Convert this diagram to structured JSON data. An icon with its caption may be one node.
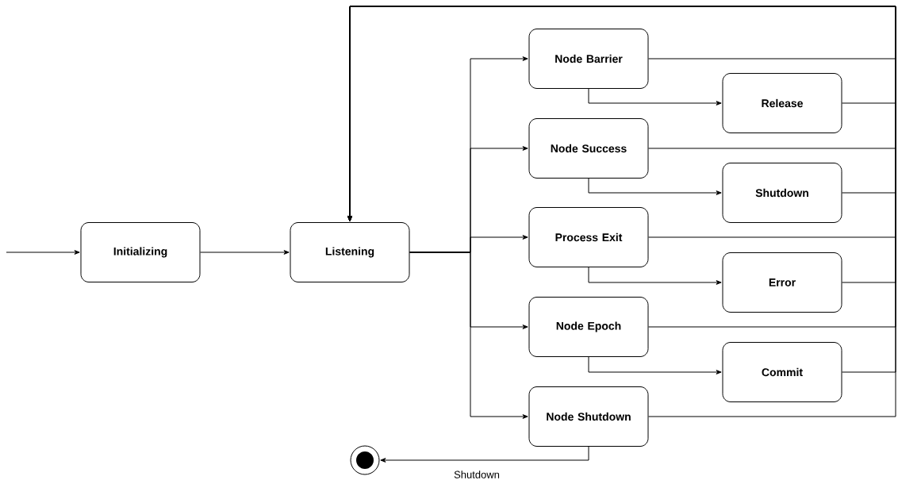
{
  "diagram": {
    "nodes": [
      {
        "text": [
          "Initializing"
        ]
      },
      {
        "text": [
          "Listening"
        ]
      },
      {
        "text": [
          "Node Barrier"
        ]
      },
      {
        "text": [
          "Release"
        ]
      },
      {
        "text": [
          "Node Success"
        ]
      },
      {
        "text": [
          "Shutdown"
        ]
      },
      {
        "text": [
          "Process Exit"
        ]
      },
      {
        "text": [
          "Error"
        ]
      },
      {
        "text": [
          "Node Epoch"
        ]
      },
      {
        "text": [
          "Commit"
        ]
      },
      {
        "text": [
          "Node Shutdown"
        ]
      },
      {
        "text": [],
        "shape": "circle"
      }
    ],
    "edges": [
      {
        "from": null,
        "to": 0,
        "arrow": "to"
      },
      {
        "from": 0,
        "to": 1,
        "arrow": "to"
      },
      {
        "from": 1,
        "to": 2,
        "arrow": "to"
      },
      {
        "from": 1,
        "to": 4,
        "arrow": "to"
      },
      {
        "from": 1,
        "to": 6,
        "arrow": "to"
      },
      {
        "from": 1,
        "to": 8,
        "arrow": "to"
      },
      {
        "from": 1,
        "to": 10,
        "arrow": "to"
      },
      {
        "from": 2,
        "to": 3,
        "arrow": "to"
      },
      {
        "from": 4,
        "to": 5,
        "arrow": "to"
      },
      {
        "from": 6,
        "to": 7,
        "arrow": "to"
      },
      {
        "from": 8,
        "to": 9,
        "arrow": "to"
      },
      {
        "from": 10,
        "to": 11,
        "arrow": "to",
        "label": "Shutdown"
      },
      {
        "from": 2,
        "to": 1,
        "arrow": "to"
      },
      {
        "from": 3,
        "to": 1,
        "arrow": "to"
      },
      {
        "from": 4,
        "to": 1,
        "arrow": "to"
      },
      {
        "from": 5,
        "to": 1,
        "arrow": "to"
      },
      {
        "from": 6,
        "to": 1,
        "arrow": "to"
      },
      {
        "from": 7,
        "to": 1,
        "arrow": "to"
      },
      {
        "from": 8,
        "to": 1,
        "arrow": "to"
      },
      {
        "from": 9,
        "to": 1,
        "arrow": "to"
      },
      {
        "from": 10,
        "to": 1,
        "arrow": "to"
      }
    ]
  }
}
